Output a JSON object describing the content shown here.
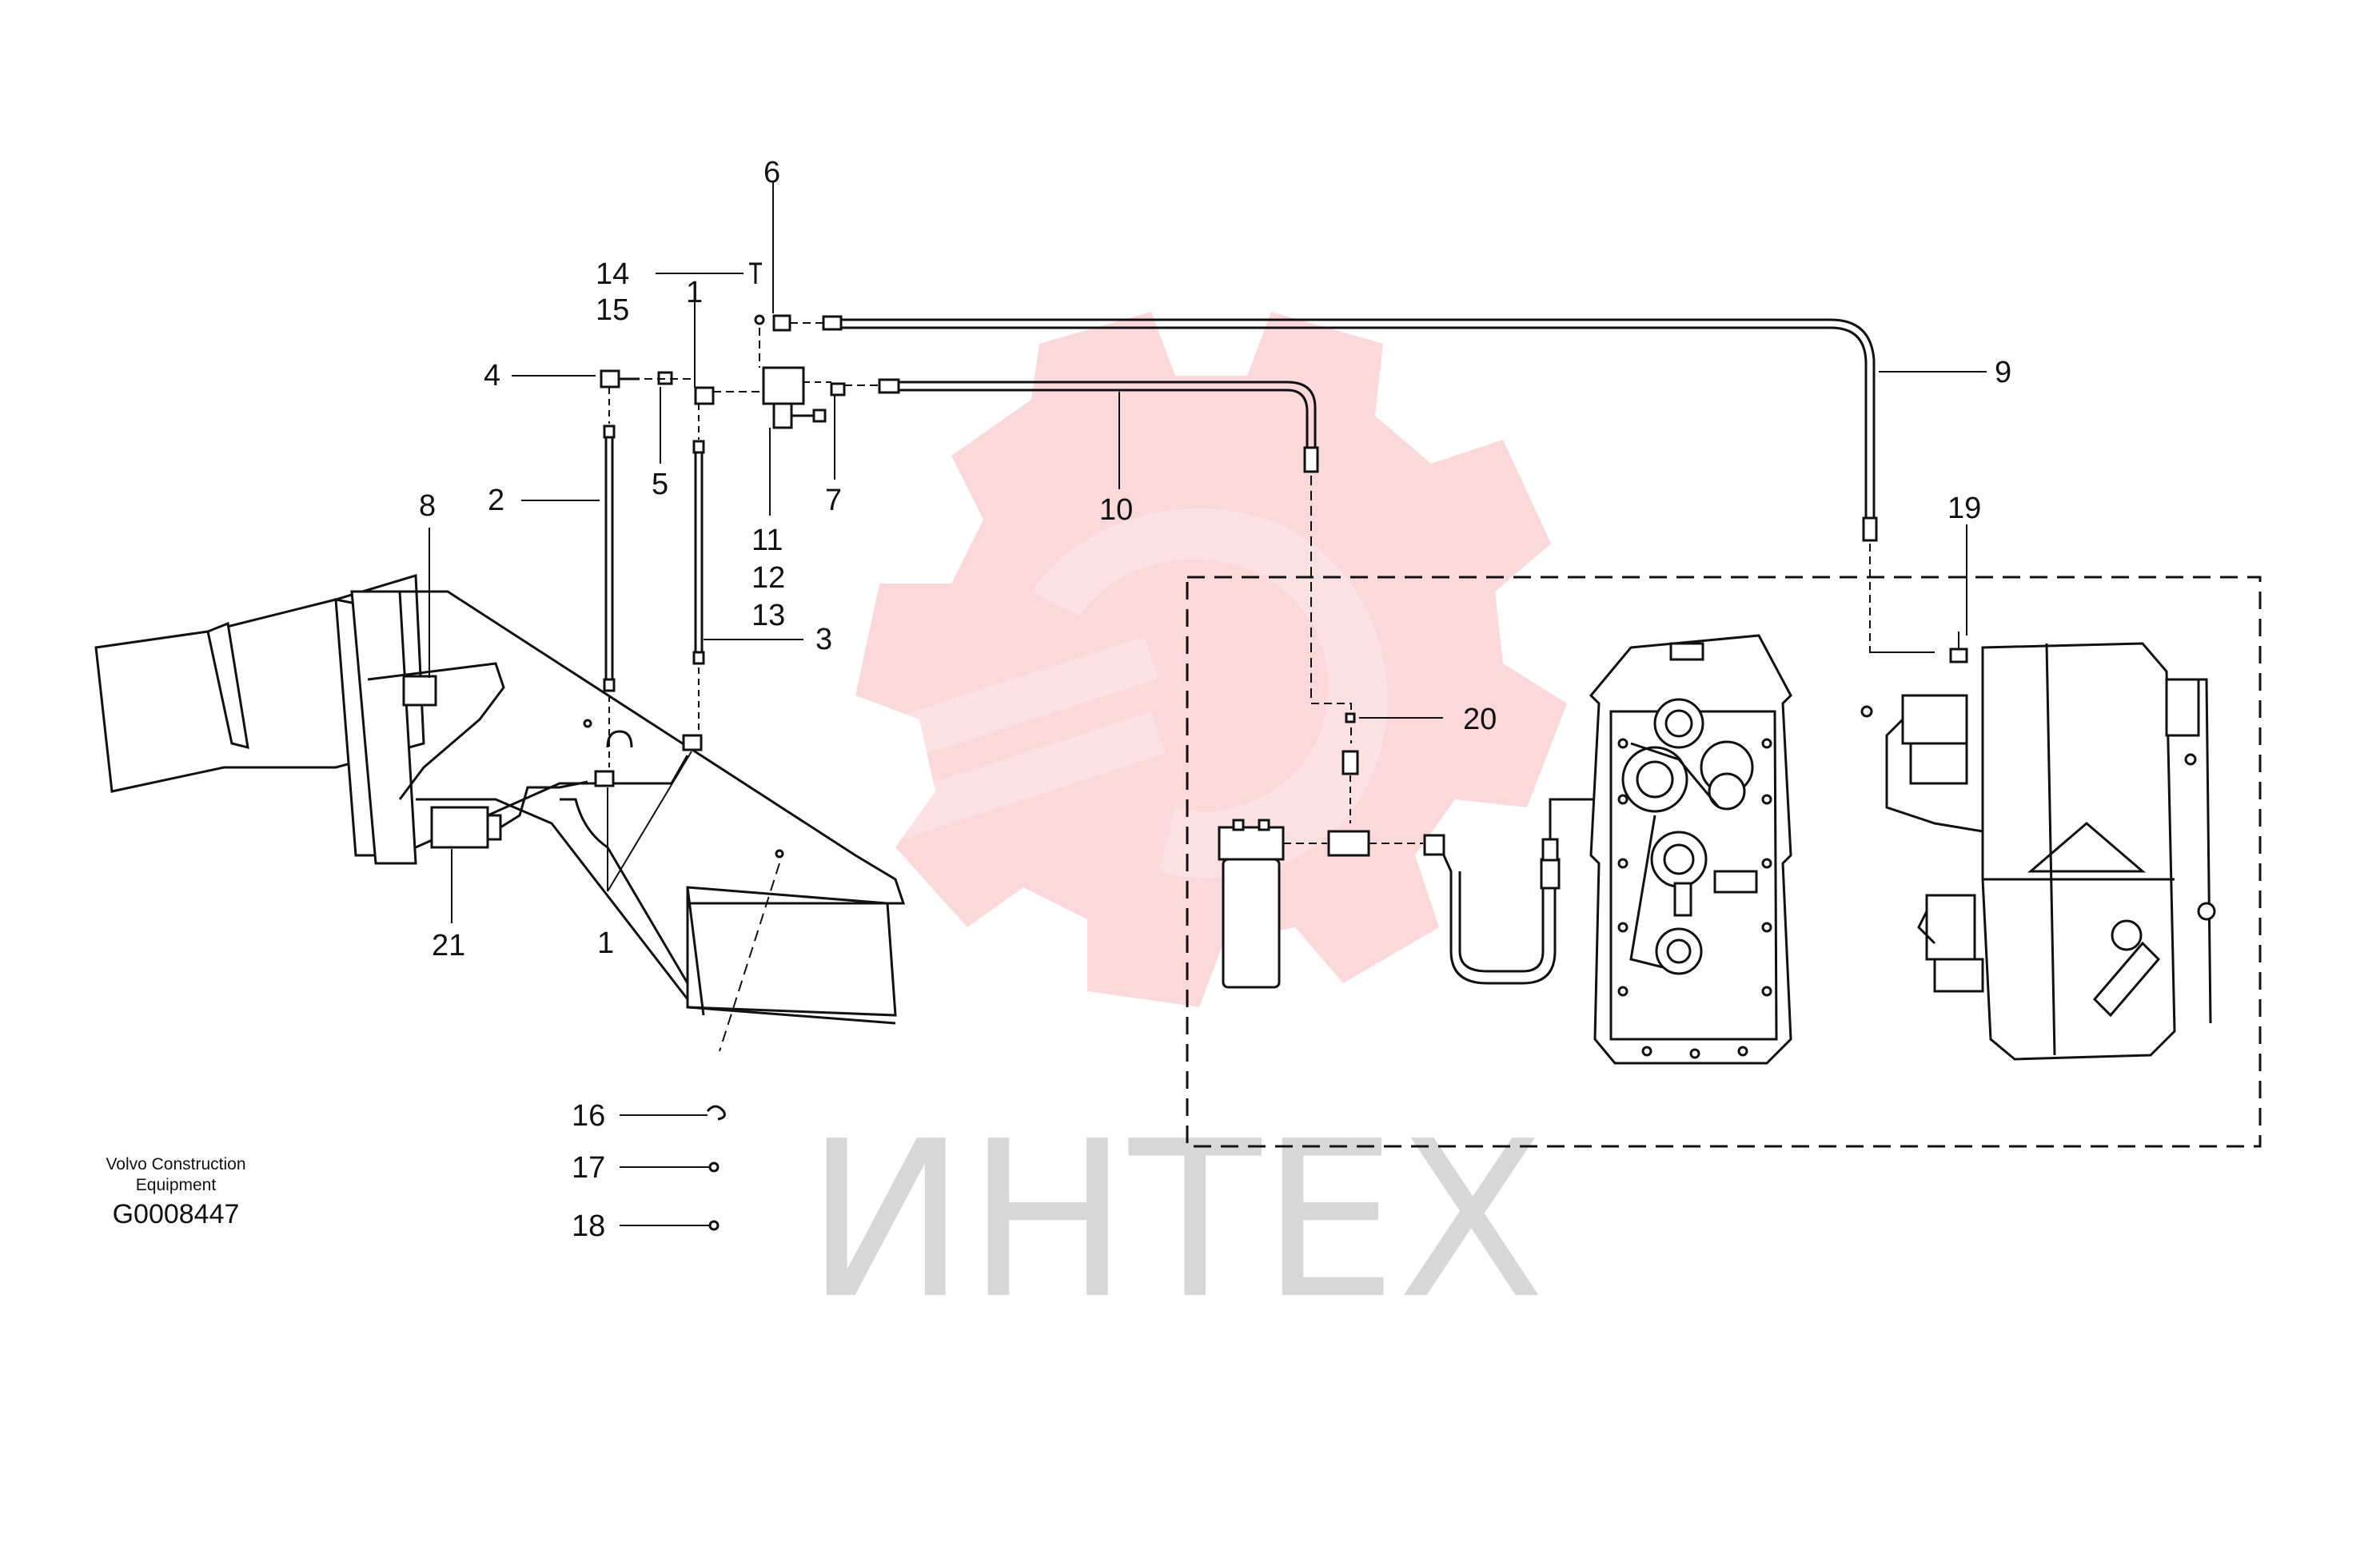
{
  "diagram": {
    "part_labels": {
      "p1_top": "1",
      "p1_bottom": "1",
      "p2": "2",
      "p3": "3",
      "p4": "4",
      "p5": "5",
      "p6": "6",
      "p7": "7",
      "p8": "8",
      "p9": "9",
      "p10": "10",
      "p11": "11",
      "p12": "12",
      "p13": "13",
      "p14": "14",
      "p15": "15",
      "p16": "16",
      "p17": "17",
      "p18": "18",
      "p19": "19",
      "p20": "20",
      "p21": "21"
    },
    "footer": {
      "company_line1": "Volvo Construction",
      "company_line2": "Equipment",
      "figure_code": "G0008447"
    },
    "watermark": {
      "text": "ИНТЕХ",
      "color": "#e8141b"
    }
  }
}
